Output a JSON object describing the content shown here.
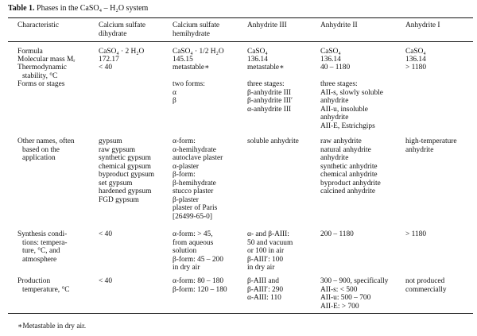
{
  "caption": {
    "label": "Table 1.",
    "title": "Phases in the CaSO₄ – H₂O system"
  },
  "headers": [
    "Characteristic",
    "Calcium sulfate\ndihydrate",
    "Calcium sulfate\nhemihydrate",
    "Anhydrite III",
    "Anhydrite II",
    "Anhydrite I"
  ],
  "rows": [
    {
      "label": "Formula",
      "cells": [
        "CaSO₄ · 2 H₂O",
        "CaSO₄ · 1/2 H₂O",
        "CaSO₄",
        "CaSO₄",
        "CaSO₄"
      ]
    },
    {
      "label": "Molecular mass Mᵣ",
      "cells": [
        "172.17",
        "145.15",
        "136.14",
        "136.14",
        "136.14"
      ]
    },
    {
      "label": "Thermodynamic\nstability, °C",
      "cells": [
        "< 40",
        "metastable∗",
        "metastable∗",
        "40 – 1180",
        "> 1180"
      ]
    },
    {
      "label": "Forms or stages",
      "cells": [
        "",
        "two forms:\nα\nβ",
        "three stages:\nβ-anhydrite III\nβ-anhydrite III′\nα-anhydrite III",
        "three stages:\nAII-s, slowly soluble\nanhydrite\nAII-u, insoluble\nanhydrite\nAII-E, Estrichgips",
        ""
      ]
    },
    {
      "label": "Other names, often\nbased on the\napplication",
      "cells": [
        "gypsum\nraw gypsum\nsynthetic gypsum\nchemical gypsum\nbyproduct gypsum\nset gypsum\nhardened gypsum\nFGD gypsum",
        "α-form:\nα-hemihydrate\nautoclave plaster\nα-plaster\nβ-form:\nβ-hemihydrate\nstucco plaster\nβ-plaster\nplaster of Paris\n[26499-65-0]",
        "soluble anhydrite",
        "raw anhydrite\nnatural anhydrite\nanhydrite\nsynthetic anhydrite\nchemical anhydrite\nbyproduct anhydrite\ncalcined anhydrite",
        "high-temperature\nanhydrite"
      ]
    },
    {
      "label": "Synthesis condi-\ntions: tempera-\nture, °C, and\natmosphere",
      "cells": [
        "< 40",
        "α-form: > 45,\nfrom aqueous\nsolution\nβ-form: 45 – 200\nin dry air",
        "α- and β-AIII:\n50 and vacuum\nor 100 in air\nβ-AIII′: 100\nin dry air",
        "200 – 1180",
        "> 1180"
      ]
    },
    {
      "label": "Production\ntemperature, °C",
      "cells": [
        "< 40",
        "α-form: 80 – 180\nβ-form: 120 – 180",
        "β-AIII and\nβ-AIII′: 290\nα-AIII: 110",
        "300 – 900, specifically\nAII-s: < 500\nAII-u: 500 – 700\nAII-E: > 700",
        "not produced\ncommercially"
      ]
    }
  ],
  "footnote": "∗Metastable in dry air."
}
